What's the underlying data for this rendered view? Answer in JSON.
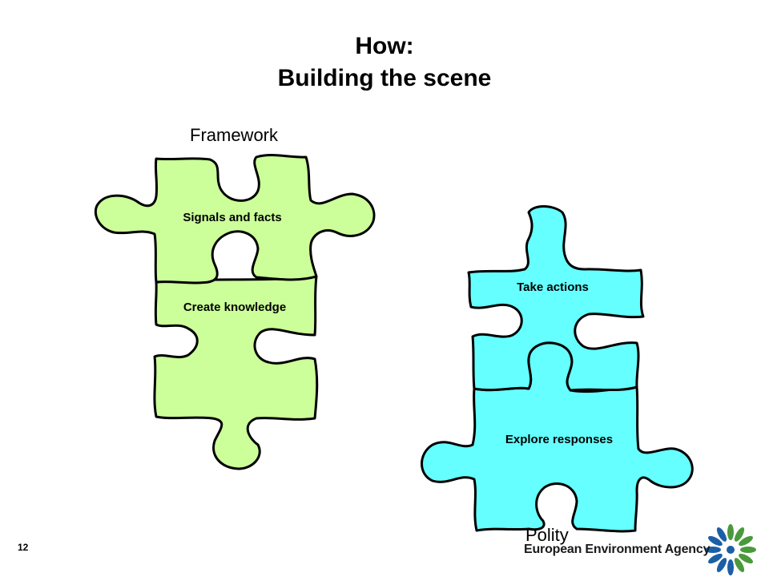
{
  "slide": {
    "title_line1": "How:",
    "title_line2": "Building the scene",
    "page_number": "12",
    "organization": "European Environment Agency"
  },
  "diagram": {
    "left_group_label": "Framework",
    "right_group_label": "Polity",
    "pieces": {
      "signals": "Signals and facts",
      "knowledge": "Create knowledge",
      "actions": "Take actions",
      "responses": "Explore responses"
    },
    "colors": {
      "green_piece": "#ccff99",
      "cyan_piece": "#66ffff",
      "outline": "#000000",
      "logo_green": "#4a9a3c",
      "logo_blue": "#1b5fa6"
    }
  }
}
